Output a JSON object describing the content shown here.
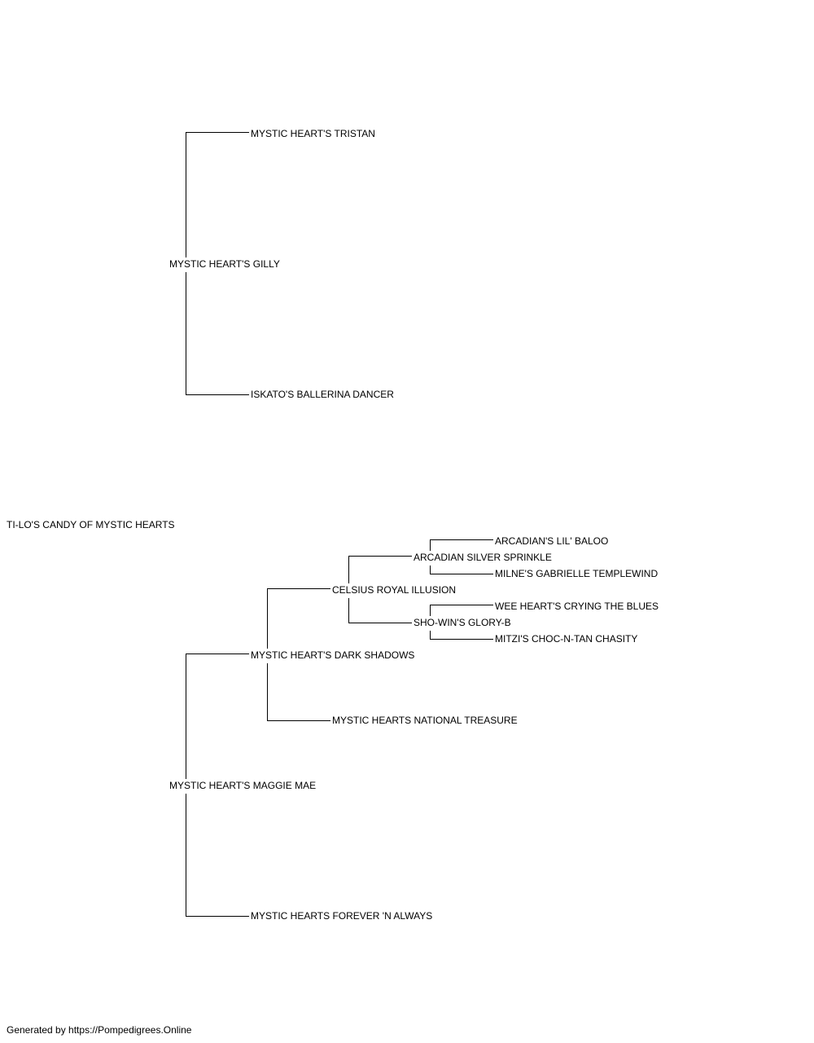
{
  "pedigree": {
    "subject": "TI-LO'S CANDY OF MYSTIC HEARTS",
    "sire": "MYSTIC HEART'S GILLY",
    "sire_sire": "MYSTIC HEART'S TRISTAN",
    "sire_dam": "ISKATO'S BALLERINA DANCER",
    "dam": "MYSTIC HEART'S MAGGIE MAE",
    "dam_sire": "MYSTIC HEART'S DARK SHADOWS",
    "dam_sire_sire": "CELSIUS ROYAL ILLUSION",
    "dam_sire_sire_sire": "ARCADIAN SILVER SPRINKLE",
    "dam_sire_sire_sire_sire": "ARCADIAN'S LIL' BALOO",
    "dam_sire_sire_sire_dam": "MILNE'S GABRIELLE TEMPLEWIND",
    "dam_sire_sire_dam": "SHO-WIN'S GLORY-B",
    "dam_sire_sire_dam_sire": "WEE HEART'S CRYING THE BLUES",
    "dam_sire_sire_dam_dam": "MITZI'S CHOC-N-TAN CHASITY",
    "dam_sire_dam": "MYSTIC HEARTS NATIONAL TREASURE",
    "dam_dam": "MYSTIC HEARTS FOREVER 'N ALWAYS"
  },
  "footer": {
    "text": "Generated by https://Pompedigrees.Online"
  }
}
